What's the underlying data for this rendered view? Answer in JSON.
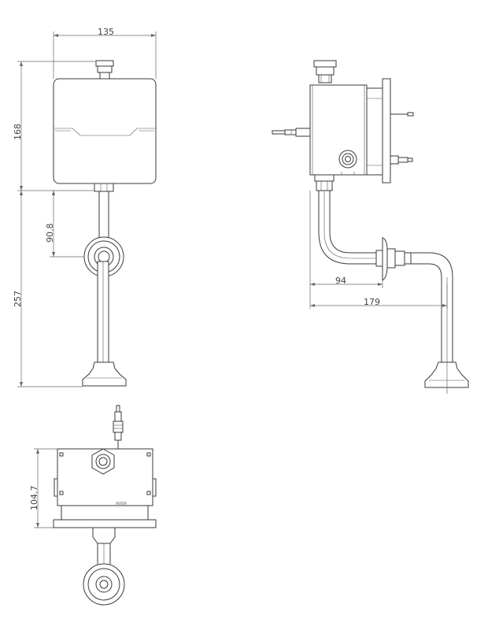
{
  "dimensions": {
    "front_width": "135",
    "front_body_height": "168",
    "front_pipe_center": "90.8",
    "front_total_height": "257",
    "side_pipe_offset": "94",
    "side_total_depth": "179",
    "top_body_depth": "104.7"
  }
}
